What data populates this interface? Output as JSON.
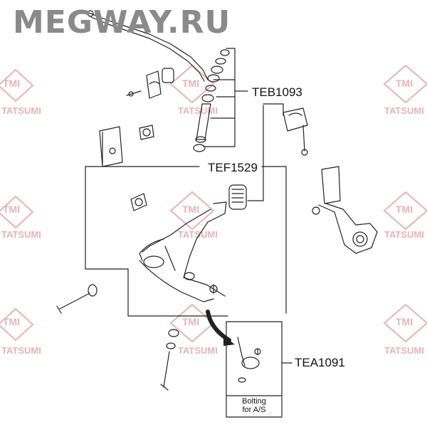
{
  "brand": {
    "text": "MEGWAY.RU"
  },
  "watermark": {
    "logo_text": "TMI",
    "name_text": "TATSUMI",
    "color": "#e8b4b4"
  },
  "parts": [
    {
      "code": "TEB1093"
    },
    {
      "code": "TEF1529"
    },
    {
      "code": "TEA1091"
    }
  ],
  "inset_note": {
    "line1": "Bolting",
    "line2": "for  A/S"
  },
  "colors": {
    "line": "#222222",
    "brand": "#8a8a8a",
    "watermark": "#e8b4b4"
  }
}
